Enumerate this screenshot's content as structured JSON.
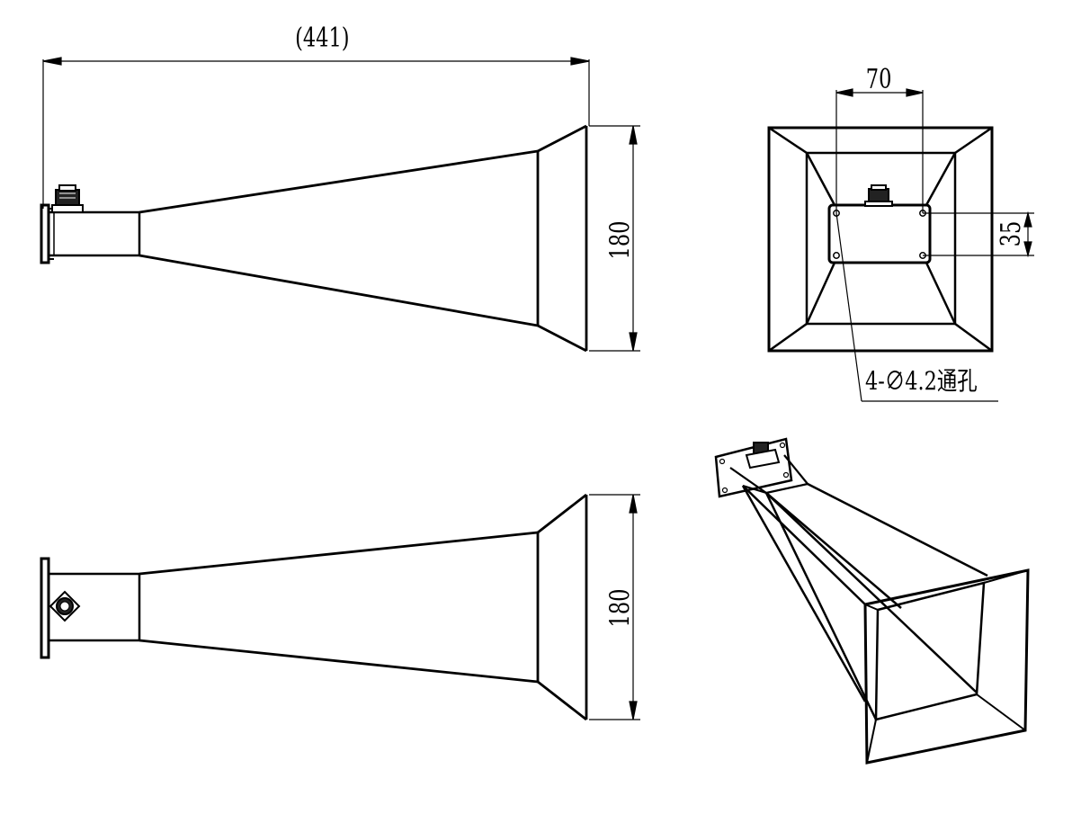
{
  "dimensions": {
    "overall_length": "(441)",
    "aperture_side": "180",
    "aperture_front": "180",
    "flange_hole_spacing_w": "70",
    "flange_hole_spacing_h": "35"
  },
  "annotations": {
    "hole_note": "4-∅4.2通孔"
  },
  "colors": {
    "line": "#000000",
    "background": "#ffffff"
  }
}
